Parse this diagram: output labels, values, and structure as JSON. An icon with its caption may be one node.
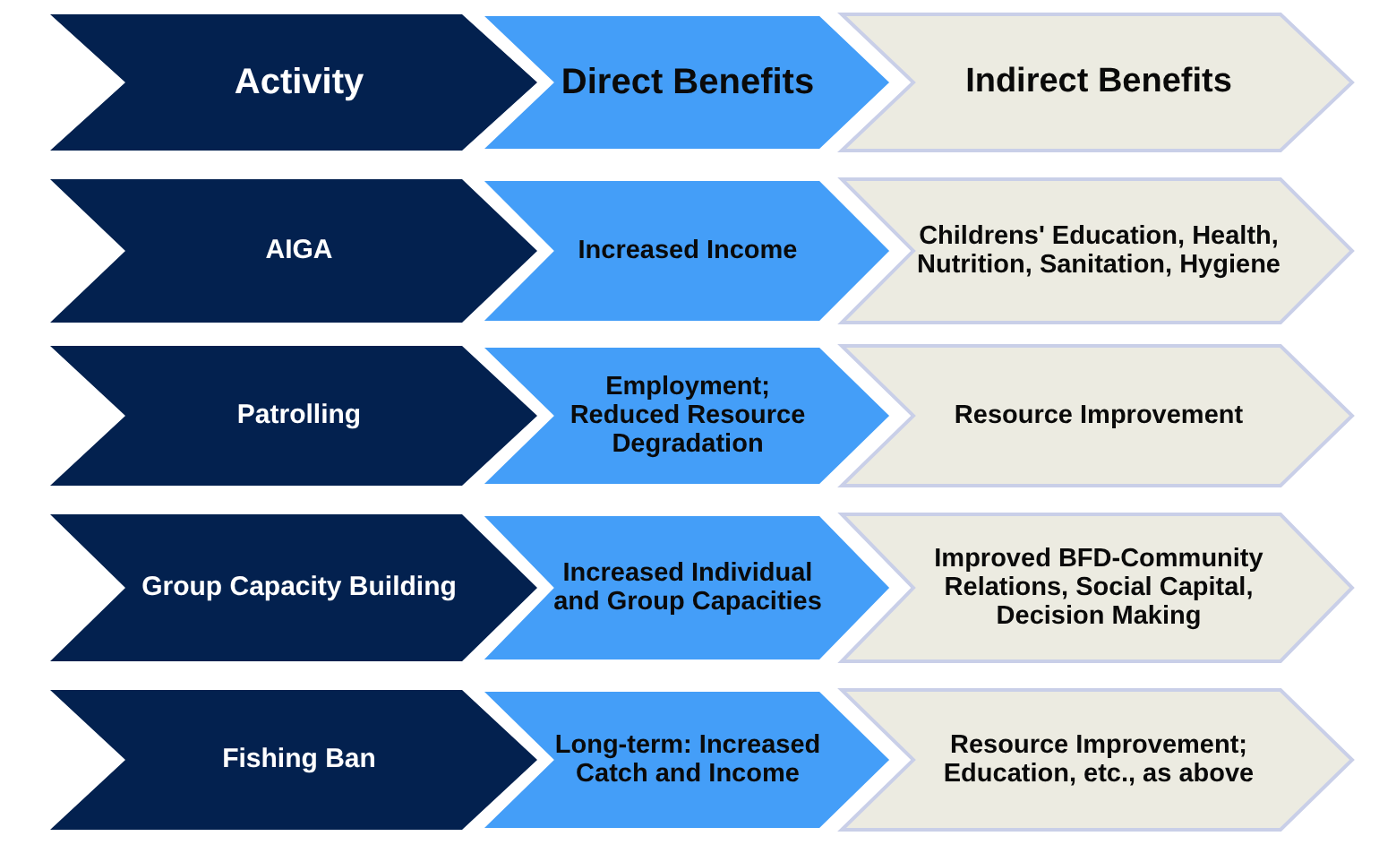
{
  "diagram": {
    "nodes": [
      {
        "text": [
          "Activity"
        ]
      },
      {
        "text": [
          "Direct Benefits"
        ]
      },
      {
        "text": [
          "Indirect Benefits"
        ]
      },
      {
        "text": [
          "AIGA"
        ]
      },
      {
        "text": [
          "Increased Income"
        ]
      },
      {
        "text": [
          "Childrens' Education, Health, Nutrition, Sanitation, Hygiene"
        ]
      },
      {
        "text": [
          "Patrolling"
        ]
      },
      {
        "text": [
          "Employment; Reduced Resource Degradation"
        ]
      },
      {
        "text": [
          "Resource Improvement"
        ]
      },
      {
        "text": [
          "Group Capacity Building"
        ]
      },
      {
        "text": [
          "Increased Individual and Group Capacities"
        ]
      },
      {
        "text": [
          "Improved BFD-Community Relations, Social Capital, Decision Making"
        ]
      },
      {
        "text": [
          "Fishing Ban"
        ]
      },
      {
        "text": [
          "Long-term: Increased Catch and Income"
        ]
      },
      {
        "text": [
          "Resource Improvement; Education, etc., as above"
        ]
      }
    ]
  }
}
